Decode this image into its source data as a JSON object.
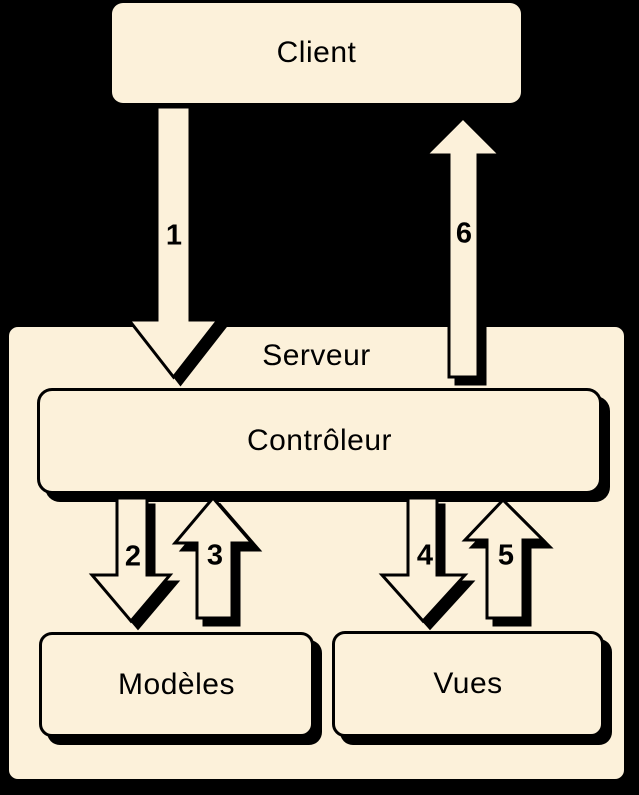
{
  "diagram": {
    "title_context": "MVC client-server diagram",
    "colors": {
      "background": "#000000",
      "shape_fill": "#FCF1DA",
      "outline": "#000000",
      "shadow": "#000000",
      "text": "#000000"
    },
    "nodes": {
      "client": {
        "label": "Client"
      },
      "server": {
        "label": "Serveur"
      },
      "controller": {
        "label": "Contrôleur"
      },
      "models": {
        "label": "Modèles"
      },
      "views": {
        "label": "Vues"
      }
    },
    "arrows": [
      {
        "label": "1",
        "from": "Client",
        "to": "Contrôleur",
        "direction": "down"
      },
      {
        "label": "2",
        "from": "Contrôleur",
        "to": "Modèles",
        "direction": "down"
      },
      {
        "label": "3",
        "from": "Modèles",
        "to": "Contrôleur",
        "direction": "up"
      },
      {
        "label": "4",
        "from": "Contrôleur",
        "to": "Vues",
        "direction": "down"
      },
      {
        "label": "5",
        "from": "Vues",
        "to": "Contrôleur",
        "direction": "up"
      },
      {
        "label": "6",
        "from": "Contrôleur",
        "to": "Client",
        "direction": "up"
      }
    ]
  }
}
